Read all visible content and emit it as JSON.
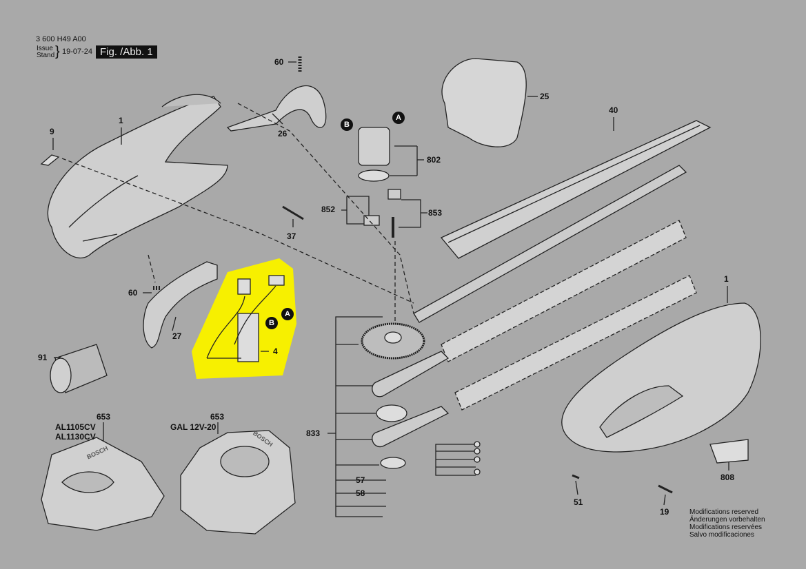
{
  "header": {
    "doc_number": "3 600 H49 A00",
    "issue_label": "Issue",
    "stand_label": "Stand",
    "date": "19-07-24",
    "figure": "Fig. /Abb. 1"
  },
  "highlight_color": "#f7f000",
  "parts": [
    {
      "ref": "60"
    },
    {
      "ref": "9"
    },
    {
      "ref": "1"
    },
    {
      "ref": "26"
    },
    {
      "ref": "25"
    },
    {
      "ref": "40"
    },
    {
      "ref": "802"
    },
    {
      "ref": "852"
    },
    {
      "ref": "853"
    },
    {
      "ref": "37"
    },
    {
      "ref": "60"
    },
    {
      "ref": "27"
    },
    {
      "ref": "4"
    },
    {
      "ref": "91"
    },
    {
      "ref": "1"
    },
    {
      "ref": "653"
    },
    {
      "ref": "653"
    },
    {
      "ref": "833"
    },
    {
      "ref": "57"
    },
    {
      "ref": "58"
    },
    {
      "ref": "808"
    },
    {
      "ref": "51"
    },
    {
      "ref": "19"
    }
  ],
  "connectors": {
    "a": "A",
    "b": "B"
  },
  "chargers": {
    "left_models": [
      "AL1105CV",
      "AL1130CV"
    ],
    "right_model": "GAL 12V-20",
    "brand": "BOSCH"
  },
  "footer": [
    "Modifications reserved",
    "Änderungen vorbehalten",
    "Modifications reservées",
    "Salvo modificaciones"
  ]
}
